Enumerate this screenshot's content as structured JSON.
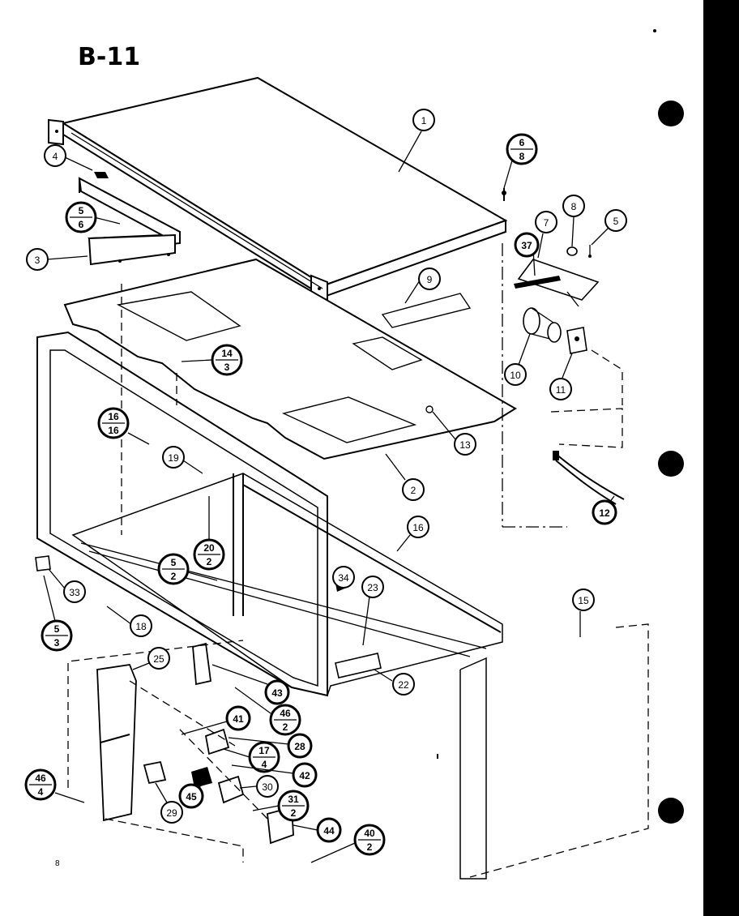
{
  "page": {
    "title": "B-11",
    "page_number": "8"
  },
  "callouts": {
    "c1": "1",
    "c2": "2",
    "c3": "3",
    "c4": "4",
    "c5": "5",
    "c6_8_top": "6",
    "c6_8_bot": "8",
    "c7": "7",
    "c8": "8",
    "c9": "9",
    "c10": "10",
    "c11": "11",
    "c12": "12",
    "c13": "13",
    "c14_3_top": "14",
    "c14_3_bot": "3",
    "c15": "15",
    "c16": "16",
    "c16_16_top": "16",
    "c16_16_bot": "16",
    "c18": "18",
    "c19": "19",
    "c20_2_top": "20",
    "c20_2_bot": "2",
    "c5_2_top": "5",
    "c5_2_bot": "2",
    "c5_6_top": "5",
    "c5_6_bot": "6",
    "c5_3_top": "5",
    "c5_3_bot": "3",
    "c22": "22",
    "c23": "23",
    "c25": "25",
    "c28": "28",
    "c29": "29",
    "c30": "30",
    "c31_2_top": "31",
    "c31_2_bot": "2",
    "c33": "33",
    "c34": "34",
    "c37": "37",
    "c17_4_top": "17",
    "c17_4_bot": "4",
    "c40_2_top": "40",
    "c40_2_bot": "2",
    "c41": "41",
    "c42": "42",
    "c43": "43",
    "c44": "44",
    "c45": "45",
    "c46_2_top": "46",
    "c46_2_bot": "2",
    "c46_4_top": "46",
    "c46_4_bot": "4"
  }
}
